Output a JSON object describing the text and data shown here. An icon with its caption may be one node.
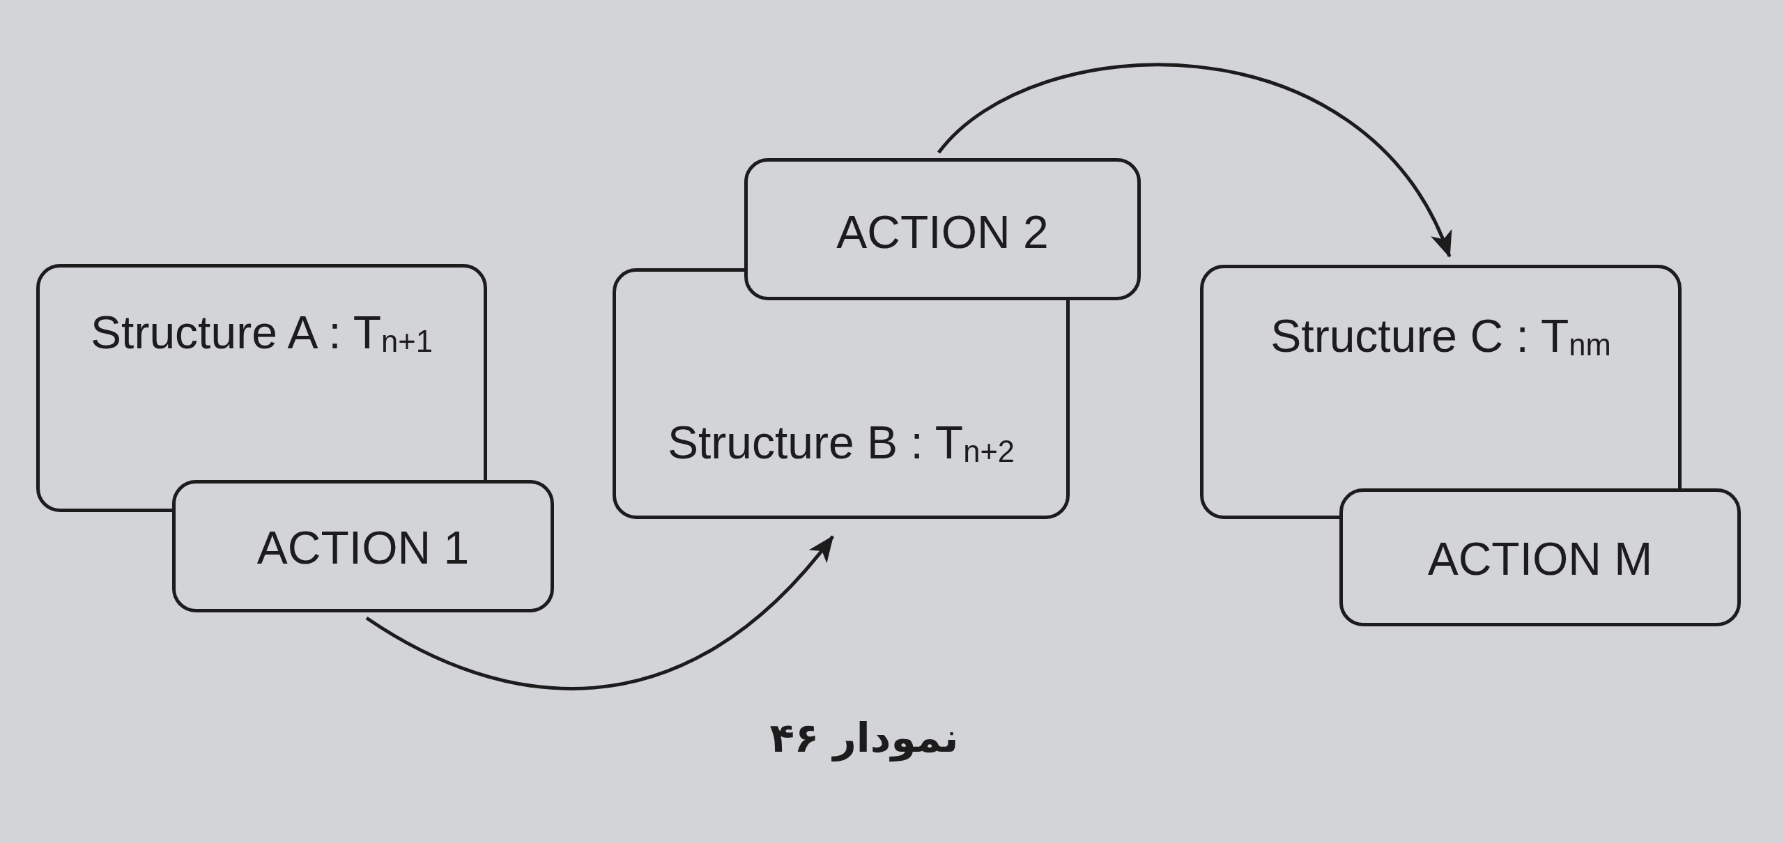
{
  "diagram": {
    "caption": "نمودار ۴۶",
    "nodes": [
      {
        "text": [
          "Structure A : T$_{n+1}$"
        ]
      },
      {
        "text": [
          "ACTION 1"
        ]
      },
      {
        "text": [
          "Structure B : T$_{n+2}$"
        ]
      },
      {
        "text": [
          "ACTION 2"
        ]
      },
      {
        "text": [
          "Structure C : T$_{nm}$"
        ]
      },
      {
        "text": [
          "ACTION M"
        ]
      }
    ],
    "edges": [
      {
        "from": 1,
        "to": 2,
        "arrow": "to"
      },
      {
        "from": 3,
        "to": 4,
        "arrow": "to"
      }
    ]
  }
}
